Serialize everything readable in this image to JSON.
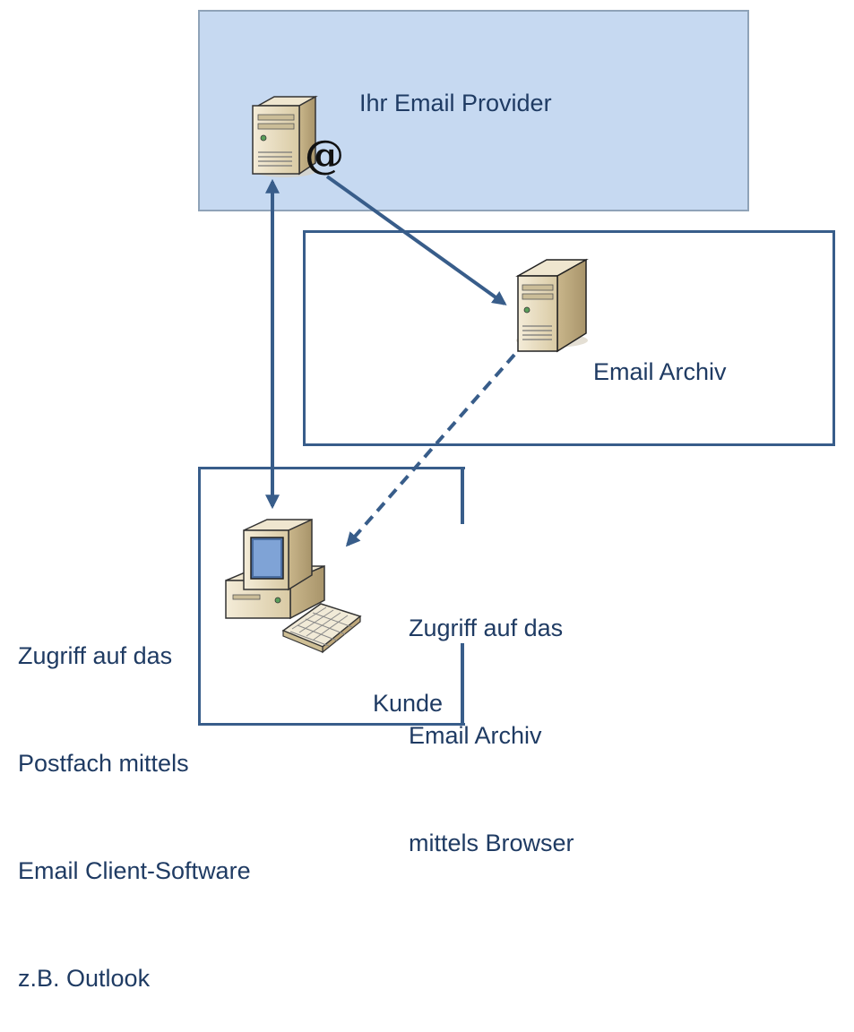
{
  "provider": {
    "label": "Ihr Email Provider",
    "icon": "email-server-icon",
    "at_glyph": "@"
  },
  "archive": {
    "label": "Email Archiv",
    "icon": "archive-server-icon"
  },
  "kunde": {
    "label": "Kunde",
    "icon": "desktop-computer-icon"
  },
  "notes": {
    "client": [
      "Zugriff auf das",
      "Postfach mittels",
      "Email Client-Software",
      "z.B. Outlook"
    ],
    "browser": [
      "Zugriff auf das",
      "Email Archiv",
      "mittels Browser"
    ]
  },
  "connections": [
    {
      "from": "provider",
      "to": "kunde",
      "style": "solid",
      "direction": "both"
    },
    {
      "from": "provider",
      "to": "archive",
      "style": "solid",
      "direction": "forward"
    },
    {
      "from": "archive",
      "to": "kunde",
      "style": "dashed",
      "direction": "forward"
    }
  ],
  "colors": {
    "provider_fill": "#c6d9f1",
    "border": "#385d8a",
    "text": "#1f3b63",
    "arrow": "#385d8a"
  }
}
